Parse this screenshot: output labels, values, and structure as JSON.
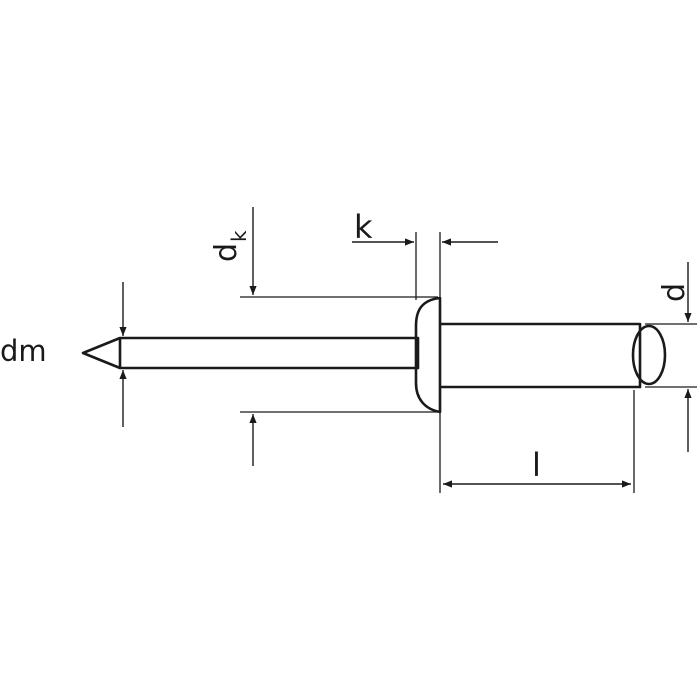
{
  "diagram": {
    "labels": {
      "dm": "dm",
      "dk_main": "d",
      "dk_sub": "k",
      "k": "k",
      "d": "d",
      "l": "l"
    },
    "colors": {
      "stroke": "#1a1a1a",
      "background": "#ffffff"
    }
  }
}
